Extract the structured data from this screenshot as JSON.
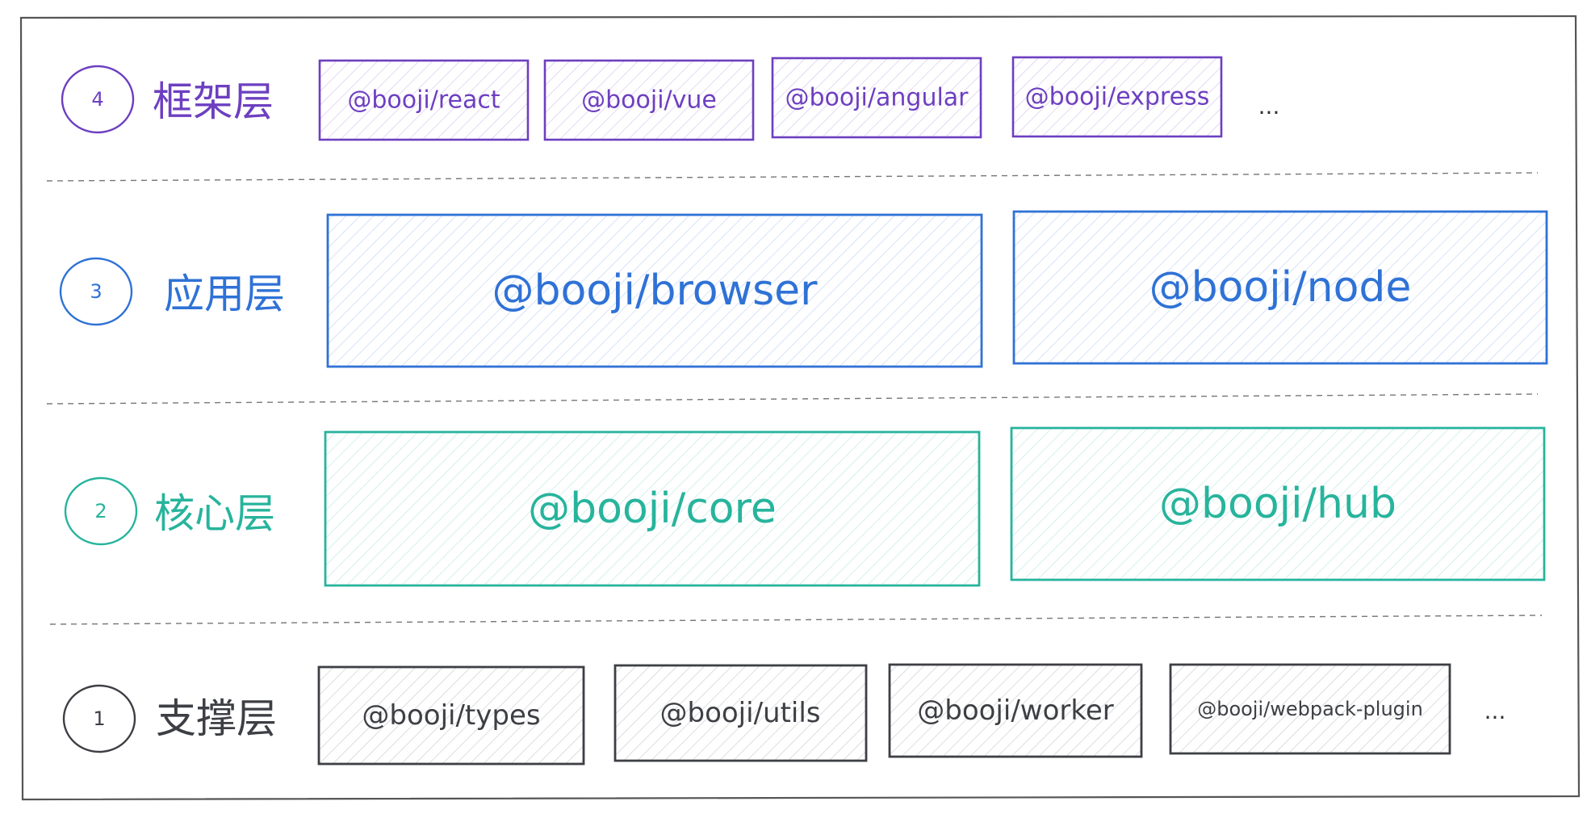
{
  "colors": {
    "framework": "#6d3fc0",
    "application": "#2f72d6",
    "core": "#27b49c",
    "support": "#3d3f44",
    "divider": "#777777",
    "frame": "#555555"
  },
  "layers": [
    {
      "key": "framework",
      "number": "4",
      "title": "框架层",
      "packages": [
        "@booji/react",
        "@booji/vue",
        "@booji/angular",
        "@booji/express"
      ],
      "more": "..."
    },
    {
      "key": "application",
      "number": "3",
      "title": "应用层",
      "packages": [
        "@booji/browser",
        "@booji/node"
      ]
    },
    {
      "key": "core",
      "number": "2",
      "title": "核心层",
      "packages": [
        "@booji/core",
        "@booji/hub"
      ]
    },
    {
      "key": "support",
      "number": "1",
      "title": "支撑层",
      "packages": [
        "@booji/types",
        "@booji/utils",
        "@booji/worker",
        "@booji/webpack-plugin"
      ],
      "more": "..."
    }
  ]
}
